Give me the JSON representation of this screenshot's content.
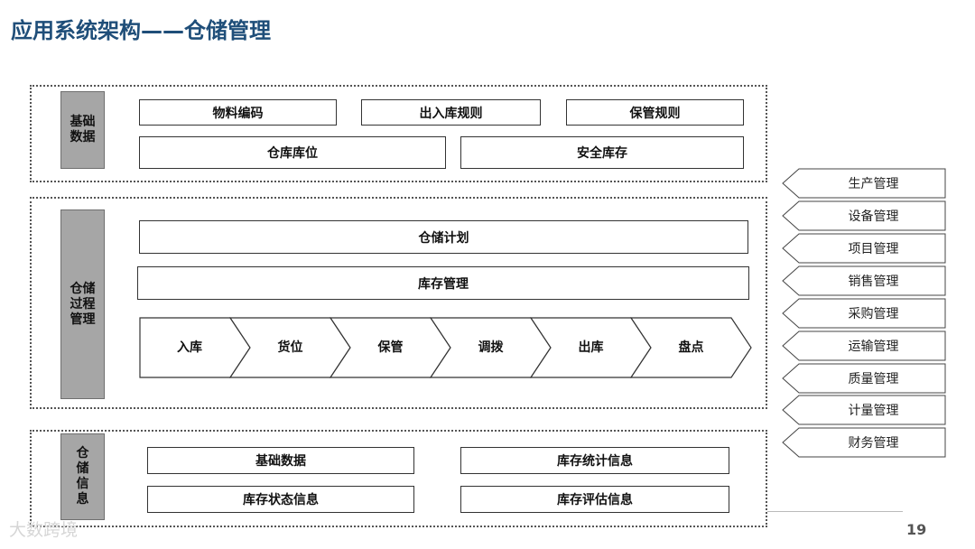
{
  "title": "应用系统架构——仓储管理",
  "sections": {
    "basic": {
      "label": [
        "基础",
        "数据"
      ],
      "row1": [
        "物料编码",
        "出入库规则",
        "保管规则"
      ],
      "row2": [
        "仓库库位",
        "安全库存"
      ]
    },
    "process": {
      "label": [
        "仓储",
        "过程",
        "管理"
      ],
      "plan": "仓储计划",
      "inventory": "库存管理",
      "flow": [
        "入库",
        "货位",
        "保管",
        "调拨",
        "出库",
        "盘点"
      ]
    },
    "info": {
      "label": [
        "仓",
        "储",
        "信",
        "息"
      ],
      "row1": [
        "基础数据",
        "库存统计信息"
      ],
      "row2": [
        "库存状态信息",
        "库存评估信息"
      ]
    }
  },
  "side_items": [
    "生产管理",
    "设备管理",
    "项目管理",
    "销售管理",
    "采购管理",
    "运输管理",
    "质量管理",
    "计量管理",
    "财务管理"
  ],
  "page_number": "19",
  "watermark": "大数跨境",
  "colors": {
    "title": "#1f4e79",
    "label_bg": "#a6a6a6"
  }
}
